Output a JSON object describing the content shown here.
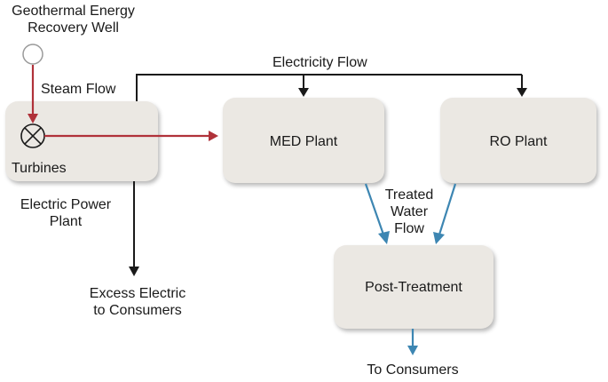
{
  "labels": {
    "well": "Geothermal Energy Recovery Well",
    "well_line1": "Geothermal Energy",
    "well_line2": "Recovery Well",
    "steam_flow": "Steam Flow",
    "electricity_flow": "Electricity Flow",
    "turbines": "Turbines",
    "power_plant_line1": "Electric Power",
    "power_plant_line2": "Plant",
    "med_plant": "MED Plant",
    "ro_plant": "RO Plant",
    "treated_line1": "Treated",
    "treated_line2": "Water",
    "treated_line3": "Flow",
    "post_treatment": "Post-Treatment",
    "excess_line1": "Excess Electric",
    "excess_line2": "to Consumers",
    "to_consumers": "To Consumers"
  },
  "colors": {
    "steam": "#b0323a",
    "electricity": "#1a1a1a",
    "water": "#3d86b2",
    "box_fill": "#ebe8e3"
  }
}
